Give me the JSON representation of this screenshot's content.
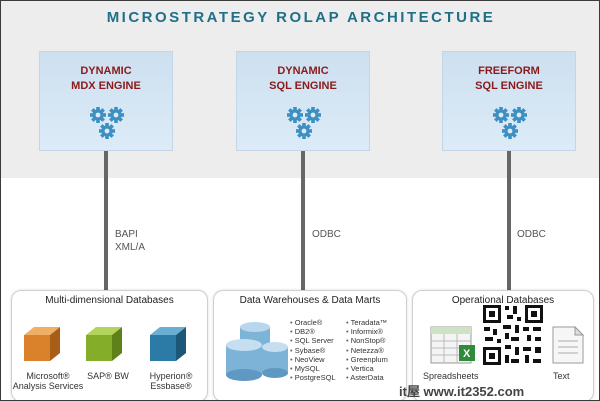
{
  "title": "MICROSTRATEGY ROLAP ARCHITECTURE",
  "engines": [
    {
      "label": "DYNAMIC\nMDX ENGINE"
    },
    {
      "label": "DYNAMIC\nSQL ENGINE"
    },
    {
      "label": "FREEFORM\nSQL ENGINE"
    }
  ],
  "connectors": [
    {
      "label": "BAPI\nXML/A"
    },
    {
      "label": "ODBC"
    },
    {
      "label": "ODBC"
    }
  ],
  "sources": {
    "multidimensional": {
      "title": "Multi-dimensional Databases",
      "items": [
        {
          "label": "Microsoft®\nAnalysis Services",
          "color": "#d9812b"
        },
        {
          "label": "SAP® BW",
          "color": "#84ad2a"
        },
        {
          "label": "Hyperion®\nEssbase®",
          "color": "#2b7ba6"
        }
      ]
    },
    "warehouses": {
      "title": "Data Warehouses & Data Marts",
      "col1": [
        "Oracle®",
        "DB2®",
        "SQL Server",
        "Sybase®",
        "NeoView",
        "MySQL",
        "PostgreSQL"
      ],
      "col2": [
        "Teradata™",
        "Informix®",
        "NonStop®",
        "Netezza®",
        "Greenplum",
        "Vertica",
        "AsterData"
      ]
    },
    "operational": {
      "title": "Operational Databases",
      "labels": [
        "Spreadsheets",
        "Text"
      ]
    }
  },
  "watermark": {
    "text": "it屋 www.it2352.com"
  },
  "colors": {
    "title": "#1f6f88",
    "engine_label": "#8b1a1a",
    "gear": "#3e8fc2"
  }
}
